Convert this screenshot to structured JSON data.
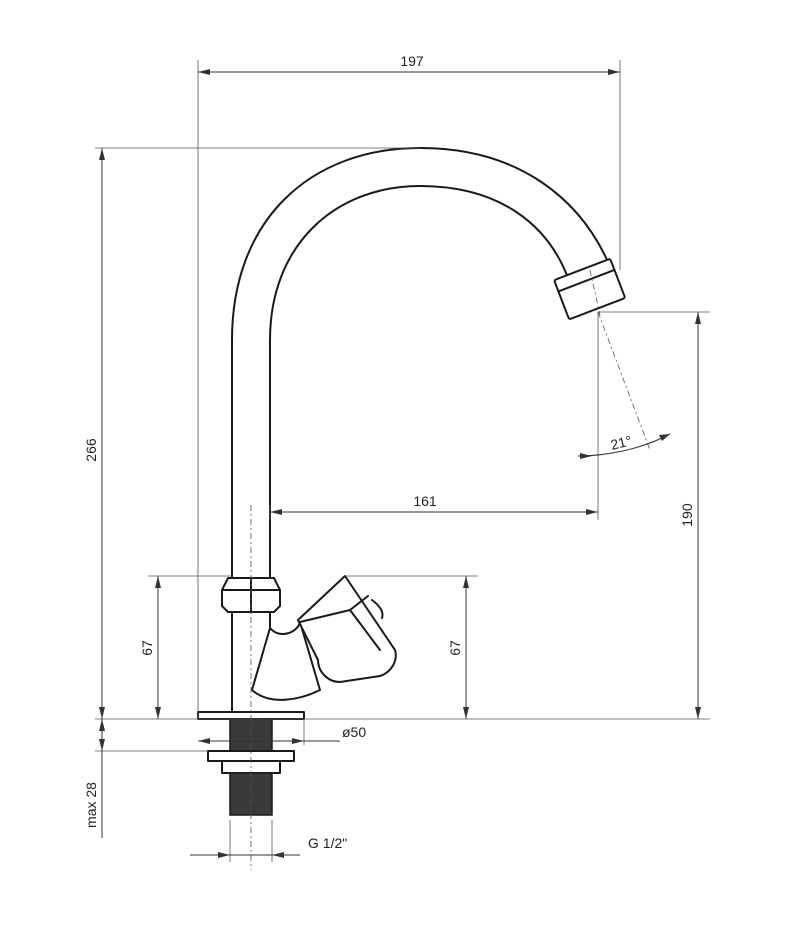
{
  "dimensions": {
    "width_total": "197",
    "height_total": "266",
    "reach": "161",
    "outlet_height": "190",
    "base_to_nut_height": "67",
    "handle_height": "67",
    "base_diameter": "ø50",
    "max_thickness": "max 28",
    "thread": "G 1/2\"",
    "spray_angle": "21°"
  },
  "colors": {
    "line": "#1a1a1a",
    "thread": "#3a3a3a",
    "background": "#ffffff"
  }
}
